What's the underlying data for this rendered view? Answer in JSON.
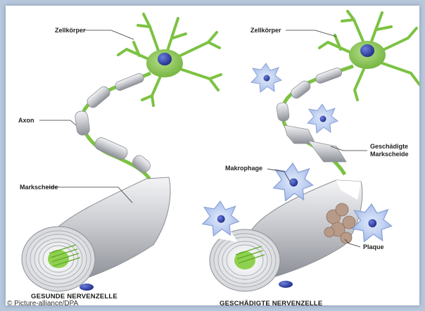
{
  "panels": {
    "healthy": {
      "caption": "GESUNDE NERVENZELLE",
      "labels": {
        "cell_body": "Zellkörper",
        "axon": "Axon",
        "myelin_sheath": "Markscheide"
      }
    },
    "damaged": {
      "caption": "GESCHÄDIGTE NERVENZELLE",
      "labels": {
        "cell_body": "Zellkörper",
        "damaged_sheath_line1": "Geschädigte",
        "damaged_sheath_line2": "Markscheide",
        "macrophage": "Makrophage",
        "plaque": "Plaque"
      }
    }
  },
  "credit": "© Picture-alliance/DPA",
  "colors": {
    "neuron_green": "#7cc242",
    "nucleus_blue": "#2c3f9e",
    "sheath_gray": "#c9cbd0",
    "macrophage_blue": "#b9cbef",
    "plaque_brown": "#b89a88"
  }
}
